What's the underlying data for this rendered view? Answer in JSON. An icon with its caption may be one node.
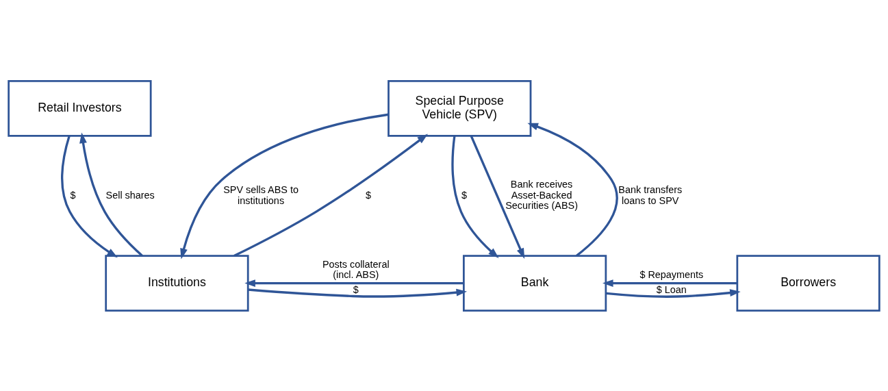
{
  "diagram": {
    "nodes": [
      {
        "text": [
          "Retail Investors"
        ]
      },
      {
        "text": [
          "Special Purpose Vehicle (SPV)"
        ]
      },
      {
        "text": [
          "Institutions"
        ]
      },
      {
        "text": [
          "Bank"
        ]
      },
      {
        "text": [
          "Borrowers"
        ]
      }
    ],
    "edges": [
      {
        "from": 2,
        "to": 0,
        "arrow": "to",
        "label": "Sell shares"
      },
      {
        "from": 0,
        "to": 2,
        "arrow": "to",
        "label": "$"
      },
      {
        "from": 2,
        "to": 1,
        "arrow": "to",
        "label": "$"
      },
      {
        "from": 1,
        "to": 2,
        "arrow": "to",
        "label": "SPV sells ABS to institutions"
      },
      {
        "from": 3,
        "to": 1,
        "arrow": "to",
        "label": "Bank transfers loans to SPV"
      },
      {
        "from": 1,
        "to": 3,
        "arrow": "to",
        "label": "$"
      },
      {
        "from": 1,
        "to": 3,
        "arrow": "to",
        "label": "Bank receives Asset-Backed Securities (ABS)"
      },
      {
        "from": 3,
        "to": 2,
        "arrow": "to",
        "label": "Posts collateral (incl. ABS)"
      },
      {
        "from": 2,
        "to": 3,
        "arrow": "to",
        "label": "$"
      },
      {
        "from": 4,
        "to": 3,
        "arrow": "to",
        "label": "$ Repayments"
      },
      {
        "from": 3,
        "to": 4,
        "arrow": "to",
        "label": "$ Loan"
      }
    ]
  }
}
